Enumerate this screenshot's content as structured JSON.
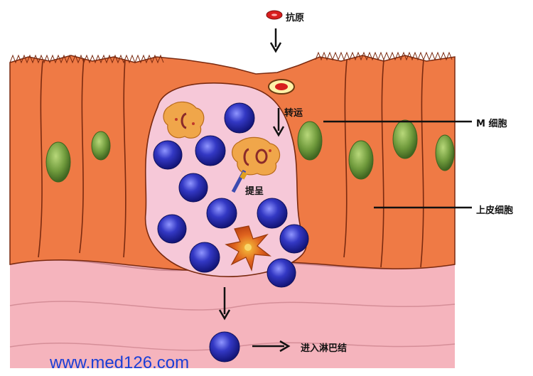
{
  "labels": {
    "antigen": "抗原",
    "transport": "转运",
    "presentation": "提呈",
    "m_cell": "M 细胞",
    "epithelial_cell": "上皮细胞",
    "enter_lymph": "进入淋巴结"
  },
  "watermark": "www.med126.com",
  "colors": {
    "epithelium": "#ef7a45",
    "epithelium_light": "#f7a57a",
    "nucleus": "#6f9a3c",
    "pocket": "#f6c8d8",
    "stroma": "#f5b4bd",
    "lymphocyte": "#2b2fb0",
    "dendritic_cell": "#d6561f",
    "macrophage": "#f0a64a",
    "antigen": "#d81e1e"
  }
}
